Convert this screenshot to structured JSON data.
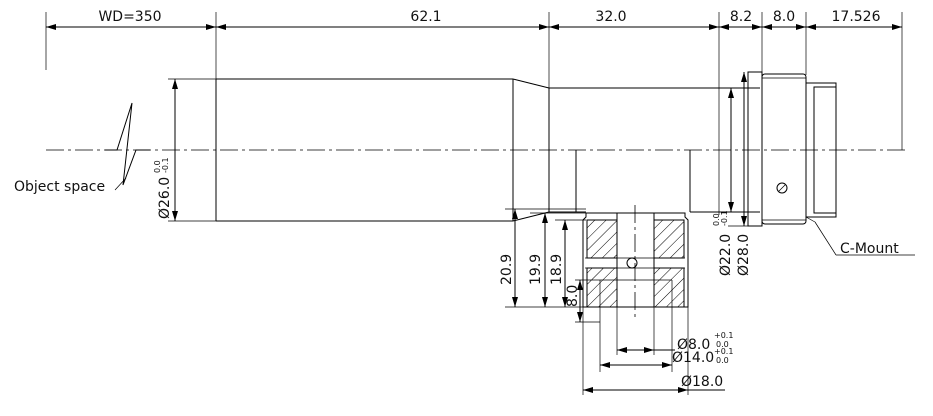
{
  "top_dimensions": [
    {
      "id": "wd",
      "text": "WD=350"
    },
    {
      "id": "d1",
      "text": "62.1"
    },
    {
      "id": "d2",
      "text": "32.0"
    },
    {
      "id": "d3",
      "text": "8.2"
    },
    {
      "id": "d4",
      "text": "8.0"
    },
    {
      "id": "d5",
      "text": "17.526"
    }
  ],
  "labels": {
    "object_space": "Object space",
    "c_mount": "C-Mount"
  },
  "diameters": {
    "d26": {
      "main": "Ø26.0",
      "tol_upper": "0.0",
      "tol_lower": "-0.1"
    },
    "d22": {
      "main": "Ø22.0",
      "tol_upper": "0.0",
      "tol_lower": "-0.1"
    },
    "d28": {
      "main": "Ø28.0"
    },
    "d8": {
      "main": "Ø8.0",
      "tol_upper": "+0.1",
      "tol_lower": "0.0"
    },
    "d14": {
      "main": "Ø14.0",
      "tol_upper": "+0.1",
      "tol_lower": "0.0"
    },
    "d18": {
      "main": "Ø18.0"
    }
  },
  "vertical_dimensions": {
    "v209": "20.9",
    "v199": "19.9",
    "v189": "18.9",
    "v80": "8.0"
  }
}
